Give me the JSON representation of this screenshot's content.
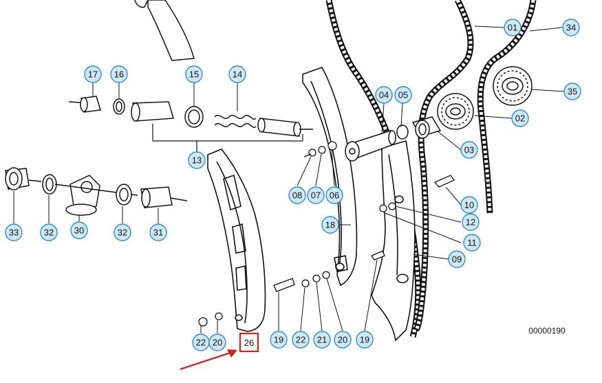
{
  "diagram": {
    "drawing_number": "00000190",
    "highlight_color": "#d62020",
    "callout_fill": "#cfe8f6",
    "callout_stroke": "#2d8fd0",
    "highlighted_part": "26",
    "callouts": [
      "01",
      "34",
      "35",
      "02",
      "03",
      "04",
      "05",
      "10",
      "12",
      "11",
      "09",
      "13",
      "14",
      "15",
      "16",
      "17",
      "08",
      "07",
      "06",
      "18",
      "33",
      "32",
      "30",
      "32",
      "31",
      "22",
      "20",
      "19",
      "22",
      "21",
      "20",
      "19"
    ]
  }
}
